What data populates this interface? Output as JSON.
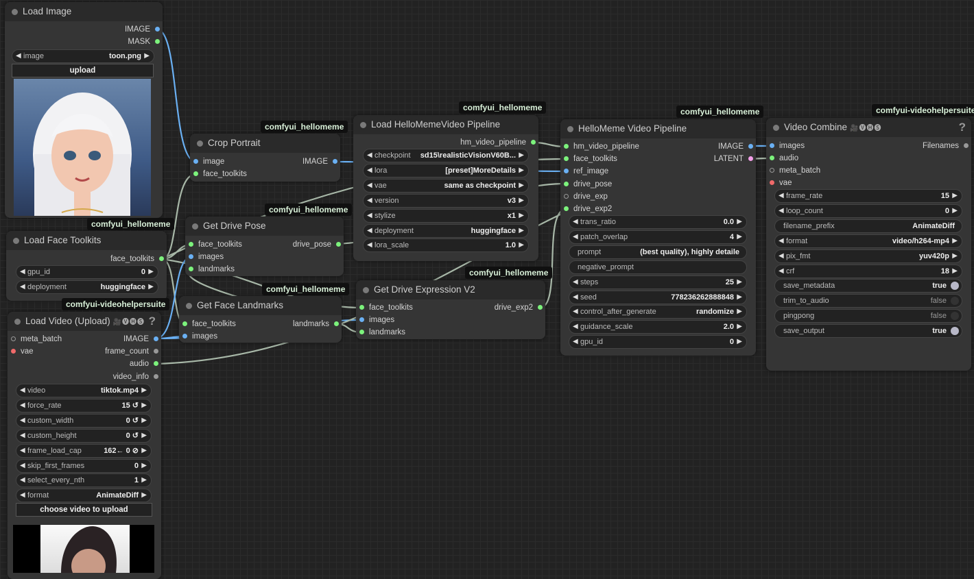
{
  "tags": {
    "crop_portrait": "comfyui_hellomeme",
    "load_face_toolkits": "comfyui_hellomeme",
    "get_drive_pose": "comfyui_hellomeme",
    "load_pipeline": "comfyui_hellomeme",
    "get_face_landmarks": "comfyui_hellomeme",
    "get_drive_expression": "comfyui_hellomeme",
    "video_pipeline": "comfyui_hellomeme",
    "video_combine": "comfyui-videohelpersuite",
    "load_video": "comfyui-videohelpersuite"
  },
  "load_image": {
    "title": "Load Image",
    "outputs": [
      "IMAGE",
      "MASK"
    ],
    "image_label": "image",
    "image_value": "toon.png",
    "upload_label": "upload"
  },
  "load_face_toolkits": {
    "title": "Load Face Toolkits",
    "output": "face_toolkits",
    "widgets": [
      {
        "label": "gpu_id",
        "value": "0"
      },
      {
        "label": "deployment",
        "value": "huggingface"
      }
    ]
  },
  "load_video": {
    "title": "Load Video (Upload)",
    "badge": "🎥🅥🅗🅢",
    "help": "?",
    "inputs": [
      "meta_batch",
      "vae"
    ],
    "outputs": [
      "IMAGE",
      "frame_count",
      "audio",
      "video_info"
    ],
    "widgets": [
      {
        "label": "video",
        "value": "tiktok.mp4"
      },
      {
        "label": "force_rate",
        "value": "15 ↺"
      },
      {
        "label": "custom_width",
        "value": "0 ↺"
      },
      {
        "label": "custom_height",
        "value": "0 ↺"
      },
      {
        "label": "frame_load_cap",
        "value": "162← 0 ⊘"
      },
      {
        "label": "skip_first_frames",
        "value": "0"
      },
      {
        "label": "select_every_nth",
        "value": "1"
      },
      {
        "label": "format",
        "value": "AnimateDiff"
      }
    ],
    "upload_label": "choose video to upload"
  },
  "crop_portrait": {
    "title": "Crop Portrait",
    "inputs": [
      "image",
      "face_toolkits"
    ],
    "output": "IMAGE"
  },
  "get_drive_pose": {
    "title": "Get Drive Pose",
    "inputs": [
      "face_toolkits",
      "images",
      "landmarks"
    ],
    "output": "drive_pose"
  },
  "get_face_landmarks": {
    "title": "Get Face Landmarks",
    "inputs": [
      "face_toolkits",
      "images"
    ],
    "output": "landmarks"
  },
  "load_pipeline": {
    "title": "Load HelloMemeVideo Pipeline",
    "output": "hm_video_pipeline",
    "widgets": [
      {
        "label": "checkpoint",
        "value": "sd15\\realisticVisionV60B..."
      },
      {
        "label": "lora",
        "value": "[preset]MoreDetails"
      },
      {
        "label": "vae",
        "value": "same as checkpoint"
      },
      {
        "label": "version",
        "value": "v3"
      },
      {
        "label": "stylize",
        "value": "x1"
      },
      {
        "label": "deployment",
        "value": "huggingface"
      },
      {
        "label": "lora_scale",
        "value": "1.0"
      }
    ]
  },
  "get_drive_expression": {
    "title": "Get Drive Expression V2",
    "inputs": [
      "face_toolkits",
      "images",
      "landmarks"
    ],
    "output": "drive_exp2"
  },
  "video_pipeline": {
    "title": "HelloMeme Video Pipeline",
    "inputs": [
      "hm_video_pipeline",
      "face_toolkits",
      "ref_image",
      "drive_pose",
      "drive_exp",
      "drive_exp2"
    ],
    "outputs": [
      "IMAGE",
      "LATENT"
    ],
    "widgets": [
      {
        "label": "trans_ratio",
        "value": "0.0",
        "kind": "number"
      },
      {
        "label": "patch_overlap",
        "value": "4",
        "kind": "number"
      },
      {
        "label": "prompt",
        "value": "(best quality), highly detaile",
        "kind": "text"
      },
      {
        "label": "negative_prompt",
        "value": "",
        "kind": "text"
      },
      {
        "label": "steps",
        "value": "25",
        "kind": "number"
      },
      {
        "label": "seed",
        "value": "778236262888848",
        "kind": "number"
      },
      {
        "label": "control_after_generate",
        "value": "randomize",
        "kind": "number"
      },
      {
        "label": "guidance_scale",
        "value": "2.0",
        "kind": "number"
      },
      {
        "label": "gpu_id",
        "value": "0",
        "kind": "number"
      }
    ]
  },
  "video_combine": {
    "title": "Video Combine",
    "badge": "🎥🅥🅗🅢",
    "help": "?",
    "inputs": [
      "images",
      "audio",
      "meta_batch",
      "vae"
    ],
    "output": "Filenames",
    "widgets": [
      {
        "label": "frame_rate",
        "value": "15",
        "kind": "number"
      },
      {
        "label": "loop_count",
        "value": "0",
        "kind": "number"
      },
      {
        "label": "filename_prefix",
        "value": "AnimateDiff",
        "kind": "text"
      },
      {
        "label": "format",
        "value": "video/h264-mp4",
        "kind": "number"
      },
      {
        "label": "pix_fmt",
        "value": "yuv420p",
        "kind": "number"
      },
      {
        "label": "crf",
        "value": "18",
        "kind": "number"
      },
      {
        "label": "save_metadata",
        "value": "true",
        "kind": "toggle",
        "on": true
      },
      {
        "label": "trim_to_audio",
        "value": "false",
        "kind": "toggle",
        "on": false
      },
      {
        "label": "pingpong",
        "value": "false",
        "kind": "toggle",
        "on": false
      },
      {
        "label": "save_output",
        "value": "true",
        "kind": "toggle",
        "on": true
      }
    ]
  },
  "colors": {
    "image_wire": "#6ab0f3",
    "face_wire": "#a8b8a8",
    "socket_green": "#7cf27c",
    "socket_blue": "#6ab0f3",
    "socket_pink": "#f39fe9",
    "socket_red": "#f06a6a"
  }
}
